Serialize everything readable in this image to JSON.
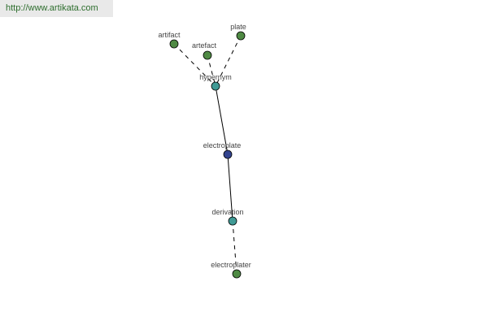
{
  "header": {
    "url": "http://www.artikata.com"
  },
  "colors": {
    "green": "#4f8a44",
    "teal": "#3f9a95",
    "navy": "#33448f",
    "stroke": "#000000"
  },
  "nodes": {
    "artifact": "artifact",
    "artefact": "artefact",
    "plate": "plate",
    "hypernym": "hypernym",
    "electroplate": "electroplate",
    "derivation": "derivation",
    "electroplater": "electroplater"
  }
}
